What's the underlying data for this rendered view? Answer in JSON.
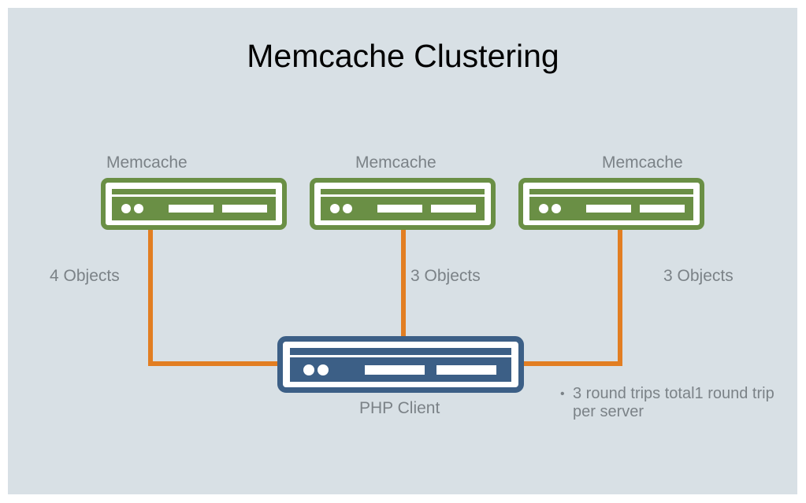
{
  "title": "Memcache Clustering",
  "colors": {
    "background": "#d8e0e5",
    "memcache_server": "#6a8f45",
    "php_client": "#3c5f86",
    "connector": "#e27e22",
    "label_text": "#7b8287"
  },
  "servers": [
    {
      "label": "Memcache",
      "objects_label": "4 Objects",
      "icon": "server-icon"
    },
    {
      "label": "Memcache",
      "objects_label": "3 Objects",
      "icon": "server-icon"
    },
    {
      "label": "Memcache",
      "objects_label": "3 Objects",
      "icon": "server-icon"
    }
  ],
  "client": {
    "label": "PHP Client",
    "icon": "server-icon"
  },
  "note": {
    "bullet": "•",
    "text": "3 round trips total1 round trip per server"
  }
}
